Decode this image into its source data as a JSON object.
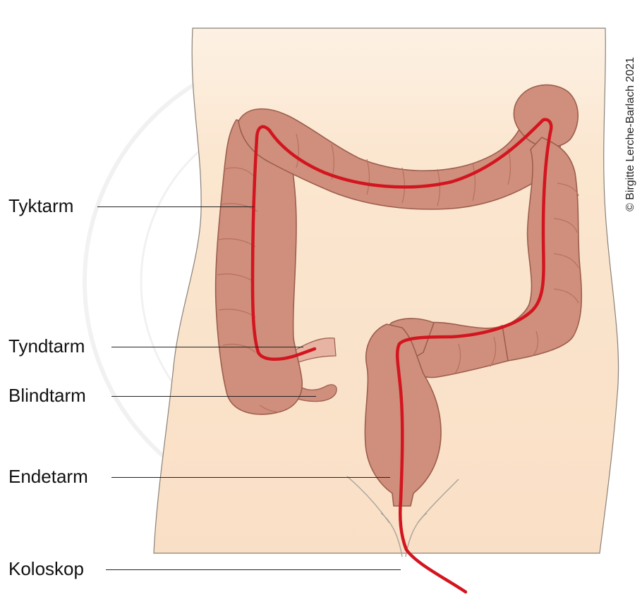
{
  "labels": {
    "tyktarm": "Tyktarm",
    "tyndtarm": "Tyndtarm",
    "blindtarm": "Blindtarm",
    "endetarm": "Endetarm",
    "koloskop": "Koloskop"
  },
  "copyright": "© Birgitte Lerche-Barlach 2021",
  "colors": {
    "skin": "#fbe6cf",
    "colon": "#cf8f7c",
    "colon_outline": "#9c5e4d",
    "colon_shade": "#b8725f",
    "scope": "#d3151f"
  }
}
